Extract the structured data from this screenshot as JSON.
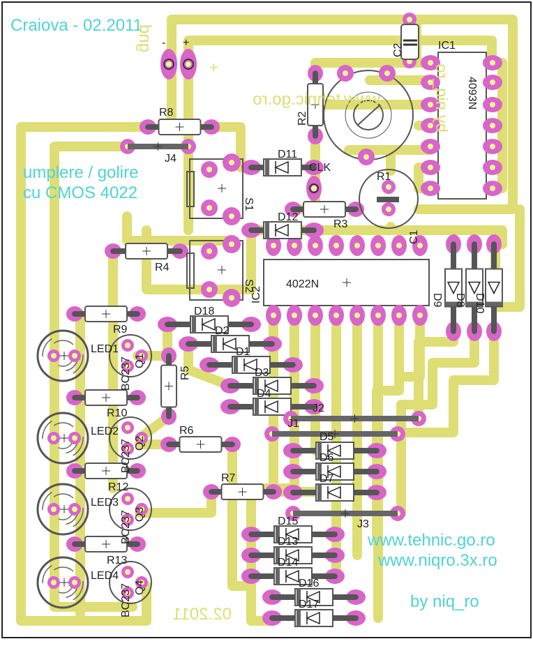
{
  "texts": {
    "title": "Craiova - 02.2011",
    "subtitle_line1": "umplere / golire",
    "subtitle_line2": "cu CMOS 4022",
    "site1": "www.tehnic.go.ro",
    "site2": "www.niqro.3x.ro",
    "author": "by niq_ro",
    "mirrored_gnd": "gnd",
    "mirrored_site": "www.tehnic.go.ro",
    "mirrored_author": "by niq_ro",
    "mirrored_date": "02.2011",
    "minus": "-",
    "plus": "+",
    "clk": "CLK"
  },
  "components": {
    "resistors": [
      "R1",
      "R2",
      "R3",
      "R4",
      "R5",
      "R6",
      "R7",
      "R8",
      "R9",
      "R10",
      "R12",
      "R13"
    ],
    "capacitors": [
      "C1",
      "C2"
    ],
    "ics": [
      {
        "ref": "IC1",
        "part": "4093N"
      },
      {
        "ref": "IC2",
        "part": "4022N"
      }
    ],
    "diodes": [
      "D1",
      "D2",
      "D3",
      "D4",
      "D5",
      "D6",
      "D7",
      "D8",
      "D9",
      "D10",
      "D11",
      "D12",
      "D13",
      "D14",
      "D15",
      "D16",
      "D17",
      "D18"
    ],
    "jumpers": [
      "J1",
      "J2",
      "J3",
      "J4"
    ],
    "switches": [
      "S1",
      "S2"
    ],
    "leds": [
      "LED1",
      "LED2",
      "LED3",
      "LED4"
    ],
    "transistors": [
      {
        "ref": "Q1",
        "part": "BC237"
      },
      {
        "ref": "Q2",
        "part": "BC237"
      },
      {
        "ref": "Q3",
        "part": "BC237"
      },
      {
        "ref": "Q4",
        "part": "BC237"
      }
    ]
  },
  "colors": {
    "copper": "#dede74",
    "pad": "#d865c8",
    "silkscreen": "#555555",
    "text_top": "#4fd3d3"
  }
}
